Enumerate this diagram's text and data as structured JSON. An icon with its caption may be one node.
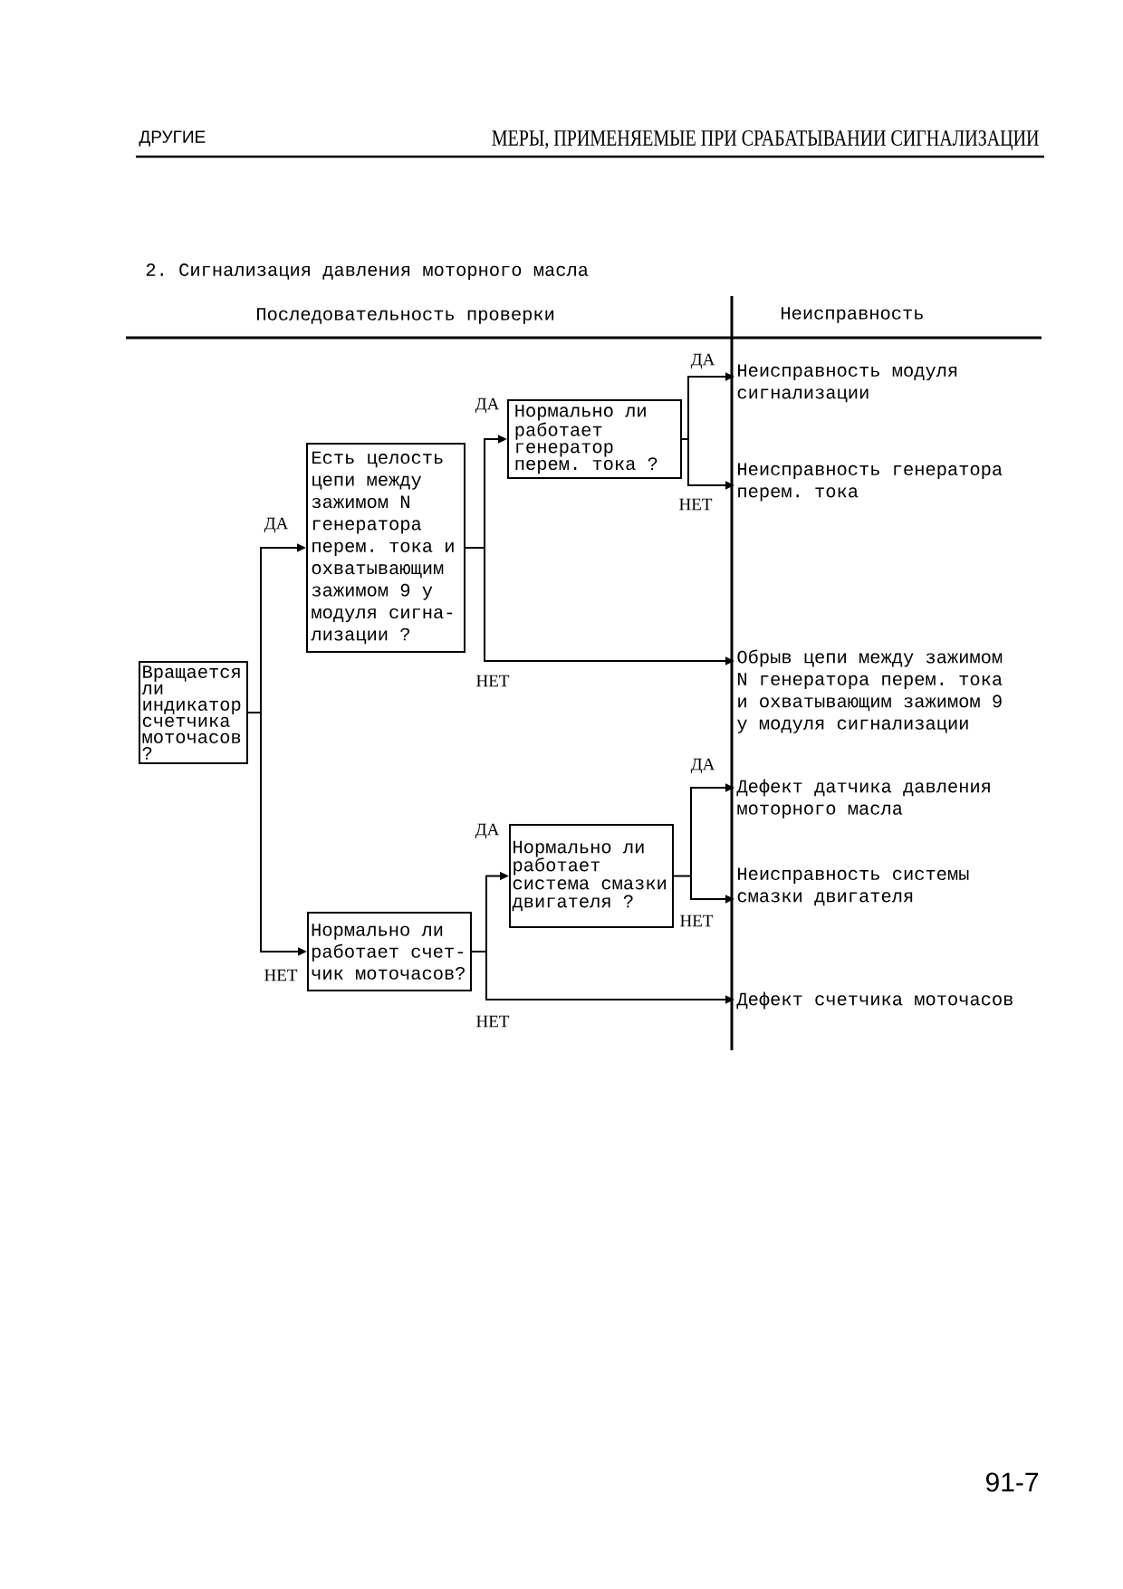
{
  "diagram": {
    "title": "2. Сигнализация давления моторного масла",
    "nodes": [
      {
        "text": [
          "Вращается ли индикатор счетчика моточасов ?"
        ]
      },
      {
        "text": [
          "Есть целость цепи между зажимом N генератора перем. тока и охватывающим зажимом 9 у модуля сигна- лизации ?"
        ]
      },
      {
        "text": [
          "Нормально ли работает счет- чик моточасов?"
        ]
      },
      {
        "text": [
          "Нормально ли работает генератор перем. тока ?"
        ]
      },
      {
        "text": [
          "Нормально ли работает система смазки двигателя ?"
        ]
      },
      {
        "text": [
          "Неисправность модуля сигнализации"
        ]
      },
      {
        "text": [
          "Неисправность генератора перем. тока"
        ]
      },
      {
        "text": [
          "Обрыв цепи между зажимом N генератора перем. тока и охватывающим зажимом 9 у модуля сигнализации"
        ]
      },
      {
        "text": [
          "Дефект датчика давления моторного масла"
        ]
      },
      {
        "text": [
          "Неисправность системы смазки двигателя"
        ]
      },
      {
        "text": [
          "Дефект счетчика моточасов"
        ]
      }
    ],
    "edges": [
      {
        "from": 0,
        "to": 1,
        "arrow": "to",
        "label": "ДА"
      },
      {
        "from": 0,
        "to": 2,
        "arrow": "to",
        "label": "НЕТ"
      },
      {
        "from": 1,
        "to": 3,
        "arrow": "to",
        "label": "ДА"
      },
      {
        "from": 1,
        "to": 7,
        "arrow": "to",
        "label": "НЕТ"
      },
      {
        "from": 3,
        "to": 5,
        "arrow": "to",
        "label": "ДА"
      },
      {
        "from": 3,
        "to": 6,
        "arrow": "to",
        "label": "НЕТ"
      },
      {
        "from": 2,
        "to": 4,
        "arrow": "to",
        "label": "ДА"
      },
      {
        "from": 2,
        "to": 10,
        "arrow": "to",
        "label": "НЕТ"
      },
      {
        "from": 4,
        "to": 8,
        "arrow": "to",
        "label": "ДА"
      },
      {
        "from": 4,
        "to": 9,
        "arrow": "to",
        "label": "НЕТ"
      }
    ],
    "labels": [
      "ДРУГИЕ",
      "МЕРЫ, ПРИМЕНЯЕМЫЕ ПРИ СРАБАТЫВАНИИ СИГНАЛИЗАЦИИ",
      "Последовательность проверки",
      "Неисправность",
      "91-7"
    ]
  }
}
